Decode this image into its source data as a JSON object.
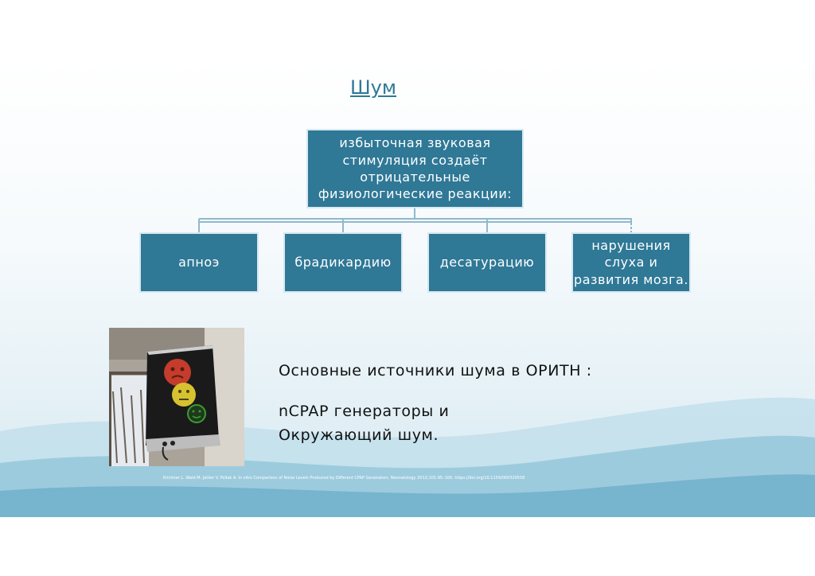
{
  "title": "Шум",
  "top_box": "избыточная звуковая стимуляция создаёт отрицательные физиологические реакции:",
  "effects": [
    "апноэ",
    "брадикардию",
    "десатурацию",
    "нарушения слуха и развития мозга."
  ],
  "sources_heading": "Основные источники шума в ОРИТН :",
  "sources_line1": "nCPAP генераторы и",
  "sources_line2": "Окружающий шум.",
  "reference": "Kirchner L. Wald M. Jeitler V. Pollak A. In vitro Comparison of Noise Levels Produced by Different CPAP Generators. Neonatology 2012;101:95–100. https://doi.org/10.1159/000329558",
  "colors": {
    "box": "#2f7896",
    "title": "#2f7896",
    "connector": "#8fb9cc"
  },
  "photo_icon": "noise-traffic-light-sign"
}
